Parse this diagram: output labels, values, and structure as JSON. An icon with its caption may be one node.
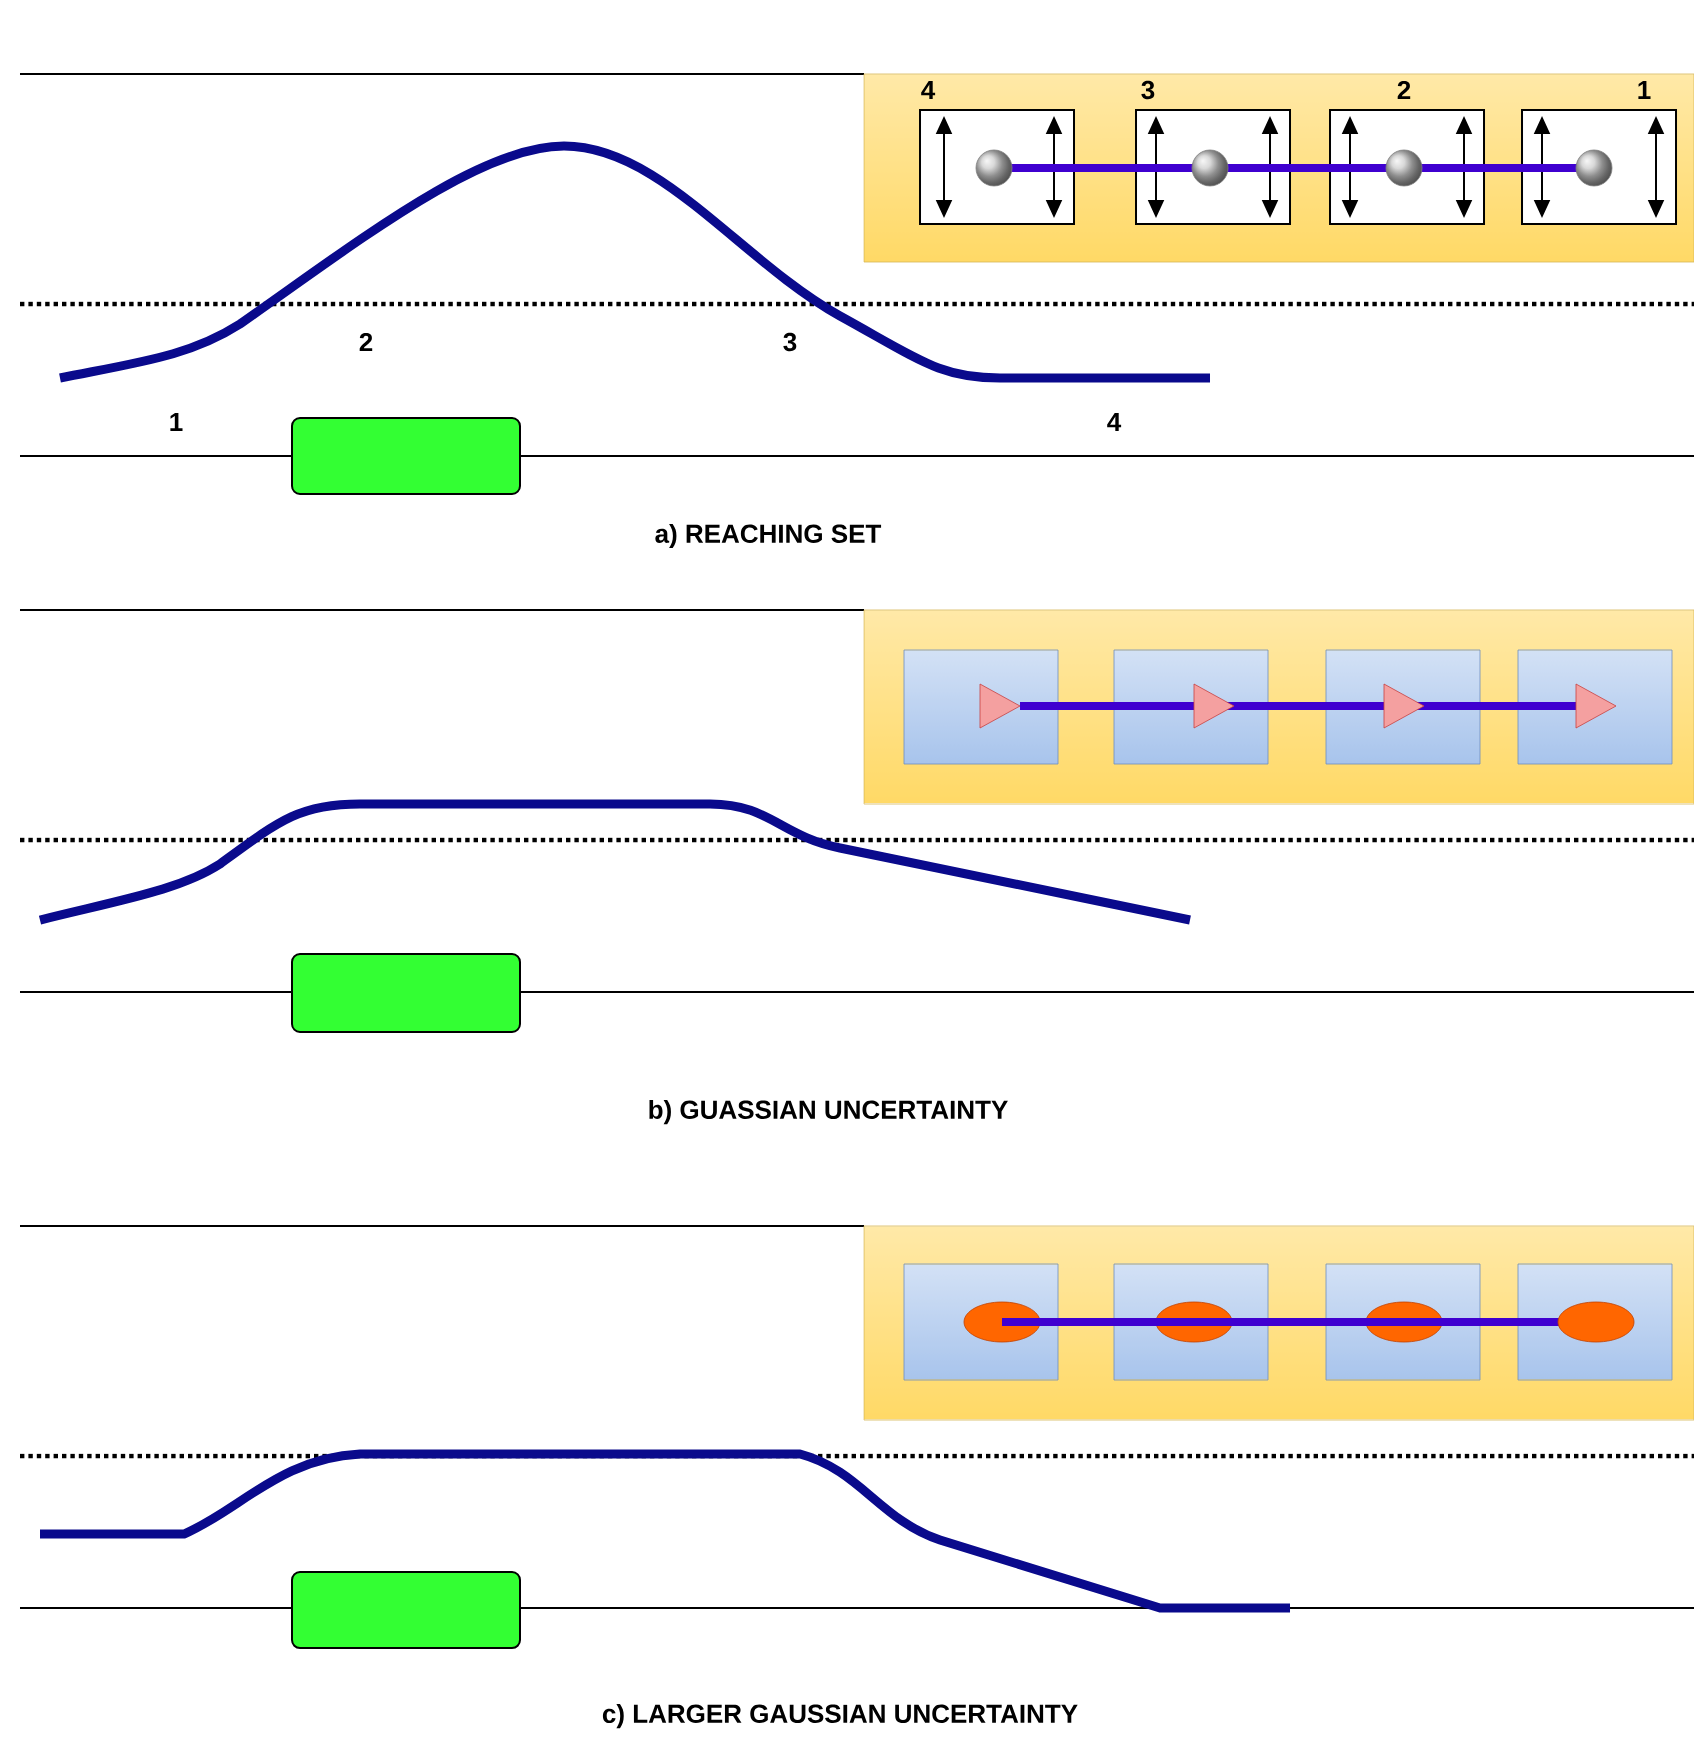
{
  "diagram": {
    "labels": [
      "4",
      "3",
      "2",
      "1",
      "2",
      "3",
      "1",
      "4",
      "a) REACHING SET",
      "b) GUASSIAN UNCERTAINTY",
      "c) LARGER GAUSSIAN UNCERTAINTY"
    ]
  }
}
